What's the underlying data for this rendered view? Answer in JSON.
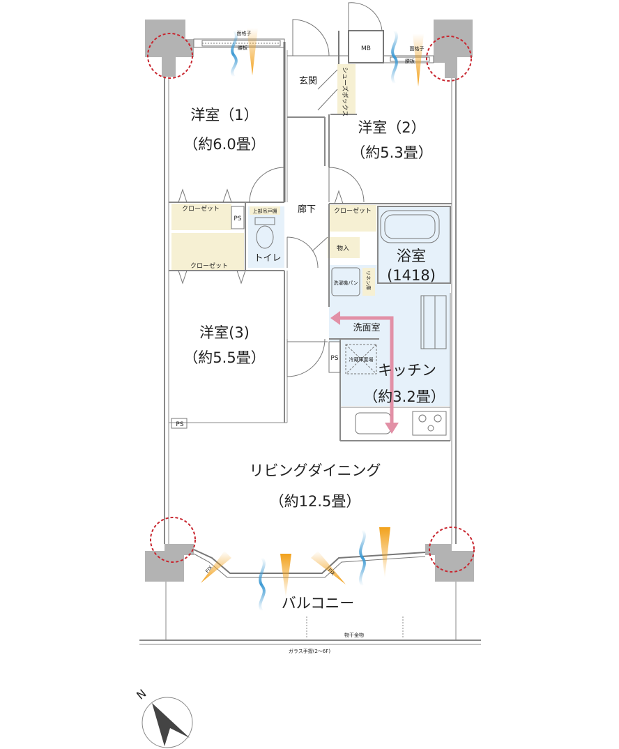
{
  "rooms": {
    "western1": {
      "name": "洋室（1）",
      "size": "（約6.0畳）"
    },
    "western2": {
      "name": "洋室（2）",
      "size": "（約5.3畳）"
    },
    "western3": {
      "name": "洋室(3)",
      "size": "（約5.5畳）"
    },
    "bath": {
      "name": "浴室",
      "size": "(1418)"
    },
    "kitchen": {
      "name": "キッチン",
      "size": "（約3.2畳）"
    },
    "living": {
      "name": "リビングダイニング",
      "size": "（約12.5畳）"
    },
    "washroom": "洗面室",
    "entrance": "玄関",
    "hallway": "廊下",
    "toilet": "トイレ",
    "balcony": "バルコニー"
  },
  "labels": {
    "closet": "クローゼット",
    "ps": "PS",
    "mb": "MB",
    "shoe_box": "シューズボックス",
    "storage": "物入",
    "linen": "リネン庫",
    "washer": "洗濯機パン",
    "fridge": "冷蔵庫置場",
    "toilet_cabinet": "上部吊戸棚",
    "lattice": "面格子",
    "window_sill": "腰板",
    "laundry_hanger": "物干金物",
    "glass_rail": "ガラス手摺(2〜6F)",
    "fix": "FIX",
    "north": "N"
  },
  "colors": {
    "closet_fill": "#f6f0d3",
    "water_area_fill": "#e6f1fa",
    "wall_gray": "#b3b3b3",
    "path_arrow": "#e290a6",
    "circle_marker": "#c8262f",
    "airflow_orange": "#f2a11b",
    "airflow_blue": "#3f9bd4"
  }
}
